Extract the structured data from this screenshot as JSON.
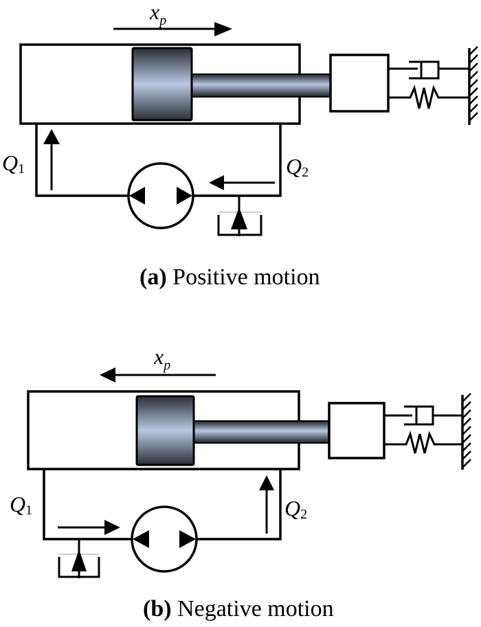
{
  "panels": [
    {
      "id": "a",
      "caption_letter": "(a)",
      "caption_text": "Positive motion",
      "motion_label": "x",
      "motion_sub": "p",
      "motion_direction": "right",
      "flow_labels": {
        "q1": "Q",
        "q1_sub": "1",
        "q2": "Q",
        "q2_sub": "2"
      },
      "flow_direction": "right-to-left (Q2 out of cylinder, Q1 into cylinder)",
      "tank_side": "right"
    },
    {
      "id": "b",
      "caption_letter": "(b)",
      "caption_text": "Negative motion",
      "motion_label": "x",
      "motion_sub": "p",
      "motion_direction": "left",
      "flow_labels": {
        "q1": "Q",
        "q1_sub": "1",
        "q2": "Q",
        "q2_sub": "2"
      },
      "flow_direction": "left-to-right (Q1 out of cylinder, Q2 into cylinder)",
      "tank_side": "left"
    }
  ],
  "colors": {
    "line": "#000000",
    "piston_dark": "#2b2e36",
    "piston_light": "#b9c8e2"
  }
}
